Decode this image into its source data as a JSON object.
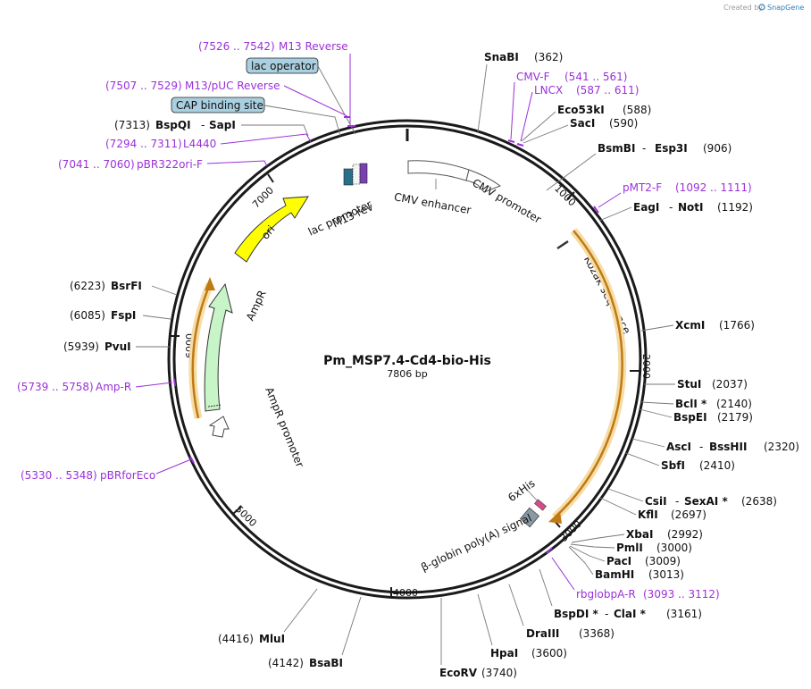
{
  "credit": {
    "prefix": "Created by",
    "brand": "SnapGene"
  },
  "plasmid": {
    "name": "Pm_MSP7.4-Cd4-bio-His",
    "length_label": "7806 bp"
  },
  "ticks": [
    "1000",
    "2000",
    "3000",
    "4000",
    "5000",
    "6000",
    "7000"
  ],
  "enzymes": [
    {
      "name": "SnaBI",
      "pos": "(362)"
    },
    {
      "name": "Eco53kI",
      "pos": "(588)"
    },
    {
      "name": "SacI",
      "pos": "(590)"
    },
    {
      "name": "BsmBI",
      "sep": "-",
      "name2": "Esp3I",
      "pos": "(906)"
    },
    {
      "name": "EagI",
      "sep": "-",
      "name2": "NotI",
      "pos": "(1192)"
    },
    {
      "name": "XcmI",
      "pos": "(1766)"
    },
    {
      "name": "StuI",
      "pos": "(2037)"
    },
    {
      "name": "BclI *",
      "pos": "(2140)"
    },
    {
      "name": "BspEI",
      "pos": "(2179)"
    },
    {
      "name": "AscI",
      "sep": "-",
      "name2": "BssHII",
      "pos": "(2320)"
    },
    {
      "name": "SbfI",
      "pos": "(2410)"
    },
    {
      "name": "CsiI",
      "sep": "-",
      "name2": "SexAI *",
      "pos": "(2638)"
    },
    {
      "name": "KflI",
      "pos": "(2697)"
    },
    {
      "name": "XbaI",
      "pos": "(2992)"
    },
    {
      "name": "PmlI",
      "pos": "(3000)"
    },
    {
      "name": "PacI",
      "pos": "(3009)"
    },
    {
      "name": "BamHI",
      "pos": "(3013)"
    },
    {
      "name": "BspDI *",
      "sep": "-",
      "name2": "ClaI *",
      "pos": "(3161)"
    },
    {
      "name": "DraIII",
      "pos": "(3368)"
    },
    {
      "name": "HpaI",
      "pos": "(3600)"
    },
    {
      "name": "EcoRV",
      "pos": "(3740)"
    },
    {
      "name": "MluI",
      "pos": "(4416)"
    },
    {
      "name": "BsaBI",
      "pos": "(4142)"
    },
    {
      "name": "PvuI",
      "pos": "(5939)"
    },
    {
      "name": "FspI",
      "pos": "(6085)"
    },
    {
      "name": "BsrFI",
      "pos": "(6223)"
    },
    {
      "name": "BspQI",
      "sep": "-",
      "name2": "SapI",
      "pos": "(7313)"
    }
  ],
  "primers": [
    {
      "range": "(7526 .. 7542)",
      "name": "M13 Reverse"
    },
    {
      "range": "(7507 .. 7529)",
      "name": "M13/pUC Reverse"
    },
    {
      "range": "(7294 .. 7311)",
      "name": "L4440"
    },
    {
      "range": "(7041 .. 7060)",
      "name": "pBR322ori-F"
    },
    {
      "name": "CMV-F",
      "range": "(541 .. 561)"
    },
    {
      "name": "LNCX",
      "range": "(587 .. 611)"
    },
    {
      "name": "pMT2-F",
      "range": "(1092 .. 1111)"
    },
    {
      "range": "(5739 .. 5758)",
      "name": "Amp-R"
    },
    {
      "range": "(5330 .. 5348)",
      "name": "pBRforEco"
    },
    {
      "name": "rbglobpA-R",
      "range": "(3093 .. 3112)"
    }
  ],
  "boxed_labels": [
    "lac operator",
    "CAP binding site"
  ],
  "features": {
    "cmv_enhancer": "CMV enhancer",
    "cmv_promoter": "CMV promoter",
    "kozak": "Kozak sequence",
    "his": "6xHis",
    "globin": "β-globin poly(A) signal",
    "ampr": "AmpR",
    "ampr_promoter": "AmpR promoter",
    "ori": "ori",
    "lac_promoter": "lac promoter",
    "m13rev": "M13 rev"
  },
  "colors": {
    "backbone": "#1a1a1a",
    "primer": "#9b30d9",
    "orf": "#e8a33c",
    "ori": "#ffff00",
    "ampr": "#c8f5c8",
    "lac_box": "#a9cfe0"
  }
}
